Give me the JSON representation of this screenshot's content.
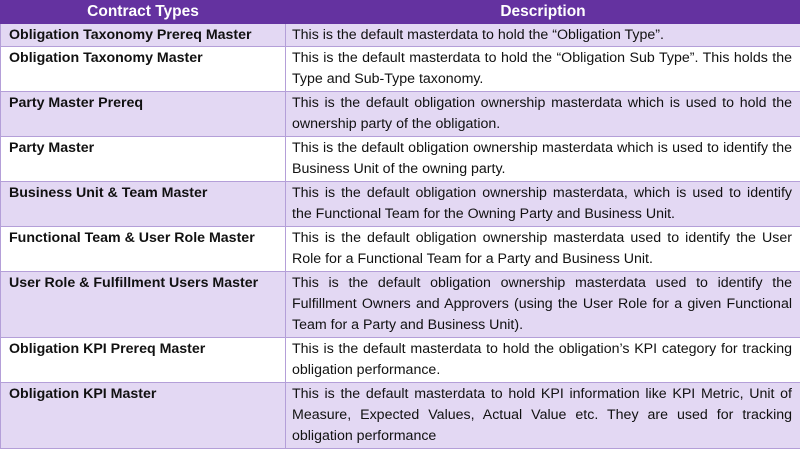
{
  "table": {
    "headers": [
      "Contract Types",
      "Description"
    ],
    "rows": [
      {
        "name": "Obligation Taxonomy Prereq Master",
        "description": "This is the default masterdata to hold the “Obligation Type”."
      },
      {
        "name": "Obligation Taxonomy Master",
        "description": "This is the default masterdata to hold the “Obligation Sub Type”. This holds the Type and Sub-Type taxonomy."
      },
      {
        "name": "Party Master Prereq",
        "description": "This is the default obligation ownership masterdata which is used to hold the ownership party of the obligation."
      },
      {
        "name": "Party Master",
        "description": "This is the default obligation ownership masterdata which is used to identify the Business Unit of the owning party."
      },
      {
        "name": "Business Unit & Team Master",
        "description": "This is the default obligation ownership masterdata, which is used to identify the Functional Team for the Owning Party and Business Unit."
      },
      {
        "name": "Functional Team & User Role Master",
        "description": "This is the default obligation ownership masterdata used to identify the User Role for a Functional Team for a Party and Business Unit."
      },
      {
        "name": "User Role & Fulfillment Users Master",
        "description": "This is the default obligation ownership masterdata used to identify the Fulfillment Owners and Approvers (using the User Role for a given Functional Team for a Party and Business Unit)."
      },
      {
        "name": "Obligation KPI Prereq Master",
        "description": "This is the default masterdata to hold the obligation’s KPI category for tracking obligation performance."
      },
      {
        "name": "Obligation KPI Master",
        "description": "This is the default masterdata to hold KPI information like KPI Metric, Unit of Measure, Expected Values, Actual Value etc. They are used for tracking obligation performance"
      }
    ]
  },
  "colors": {
    "header_bg": "#6432a0",
    "header_text": "#ffffff",
    "shaded_row_bg": "#e3d8f3",
    "plain_row_bg": "#ffffff",
    "border": "#b49fd8"
  }
}
